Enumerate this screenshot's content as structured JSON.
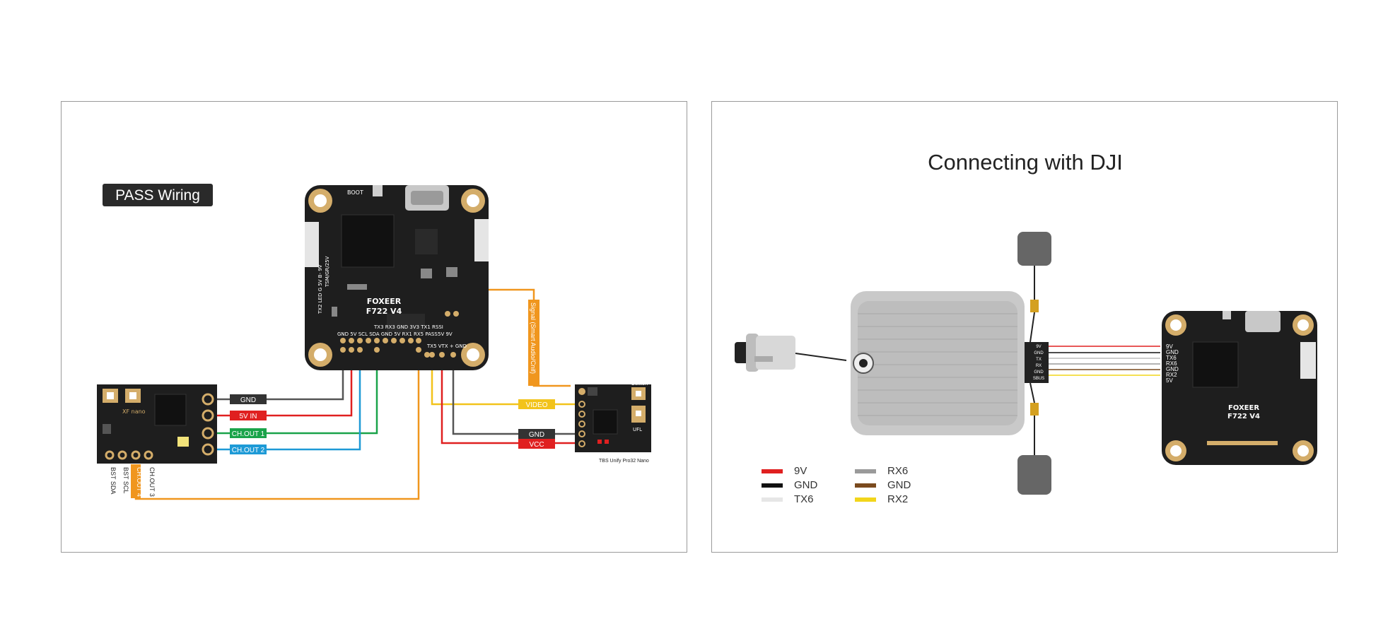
{
  "left_panel": {
    "title_badge": "PASS Wiring",
    "fc": {
      "name_line1": "FOXEER",
      "name_line2": "F722 V4",
      "boot": "BOOT",
      "pad_row_top": "TX3 RX3 GND 3V3 TX1 RSSI",
      "pad_row_bottom": "GND 5V SCL SDA GND 5V RX1 RX5 PASS",
      "vtx_row_top": "5V 9V",
      "vtx_row_bottom": "TX5 VTX + GND",
      "side_left": "TX2 LED G 5V B- 9V",
      "side_left2": "TSM/GR/25V"
    },
    "xf": {
      "label": "XF nano",
      "pins": [
        "BST SDA",
        "BST SCL",
        "CH.OUT 4",
        "CH.OUT 3"
      ]
    },
    "vtx": {
      "label": "TBS Unify Pro32 Nano",
      "ufl": "UFL",
      "button": "Button"
    },
    "tags": {
      "gnd": "GND",
      "five_v_in": "5V IN",
      "ch_out_1": "CH.OUT 1",
      "ch_out_2": "CH.OUT 2",
      "video": "VIDEO",
      "vtx_gnd": "GND",
      "vcc": "VCC",
      "signal": "Signal (Smart Audio/Cnif)"
    },
    "colors": {
      "gnd": "#555555",
      "power": "#e02020",
      "ch1": "#1aa34a",
      "ch2": "#1e9ad6",
      "video": "#f2c31b",
      "signal": "#f0961e"
    }
  },
  "right_panel": {
    "title": "Connecting with DJI",
    "connector_labels": [
      "9V",
      "GND",
      "TX",
      "RX",
      "GND",
      "SBUS"
    ],
    "fc_pins": [
      "9V",
      "GND",
      "TX6",
      "RX6",
      "GND",
      "RX2",
      "5V"
    ],
    "fc": {
      "name_line1": "FOXEER",
      "name_line2": "F722 V4"
    },
    "legend": [
      {
        "label": "9V",
        "color": "#e02020"
      },
      {
        "label": "RX6",
        "color": "#9a9a9a"
      },
      {
        "label": "GND",
        "color": "#111111"
      },
      {
        "label": "GND",
        "color": "#7a4a1e"
      },
      {
        "label": "TX6",
        "color": "#e6e6e6"
      },
      {
        "label": "RX2",
        "color": "#f2d51b"
      }
    ]
  }
}
